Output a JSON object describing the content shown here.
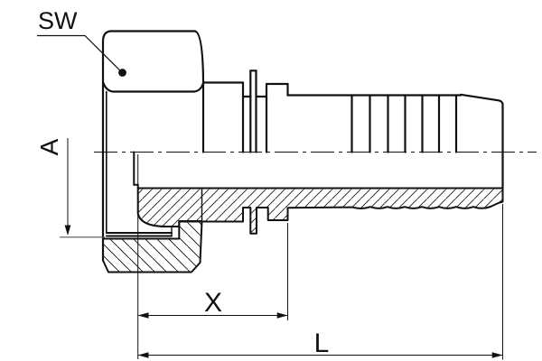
{
  "drawing": {
    "type": "technical-drawing-half-section",
    "subject": "hydraulic hose fitting: hex swivel nut with hose barb nipple",
    "labels": {
      "wrench_size": "SW",
      "thread_diameter": "A",
      "cutoff_length": "X",
      "overall_length": "L"
    },
    "colors": {
      "line": "#111111",
      "background": "#ffffff",
      "reference_line": "#555555"
    }
  }
}
